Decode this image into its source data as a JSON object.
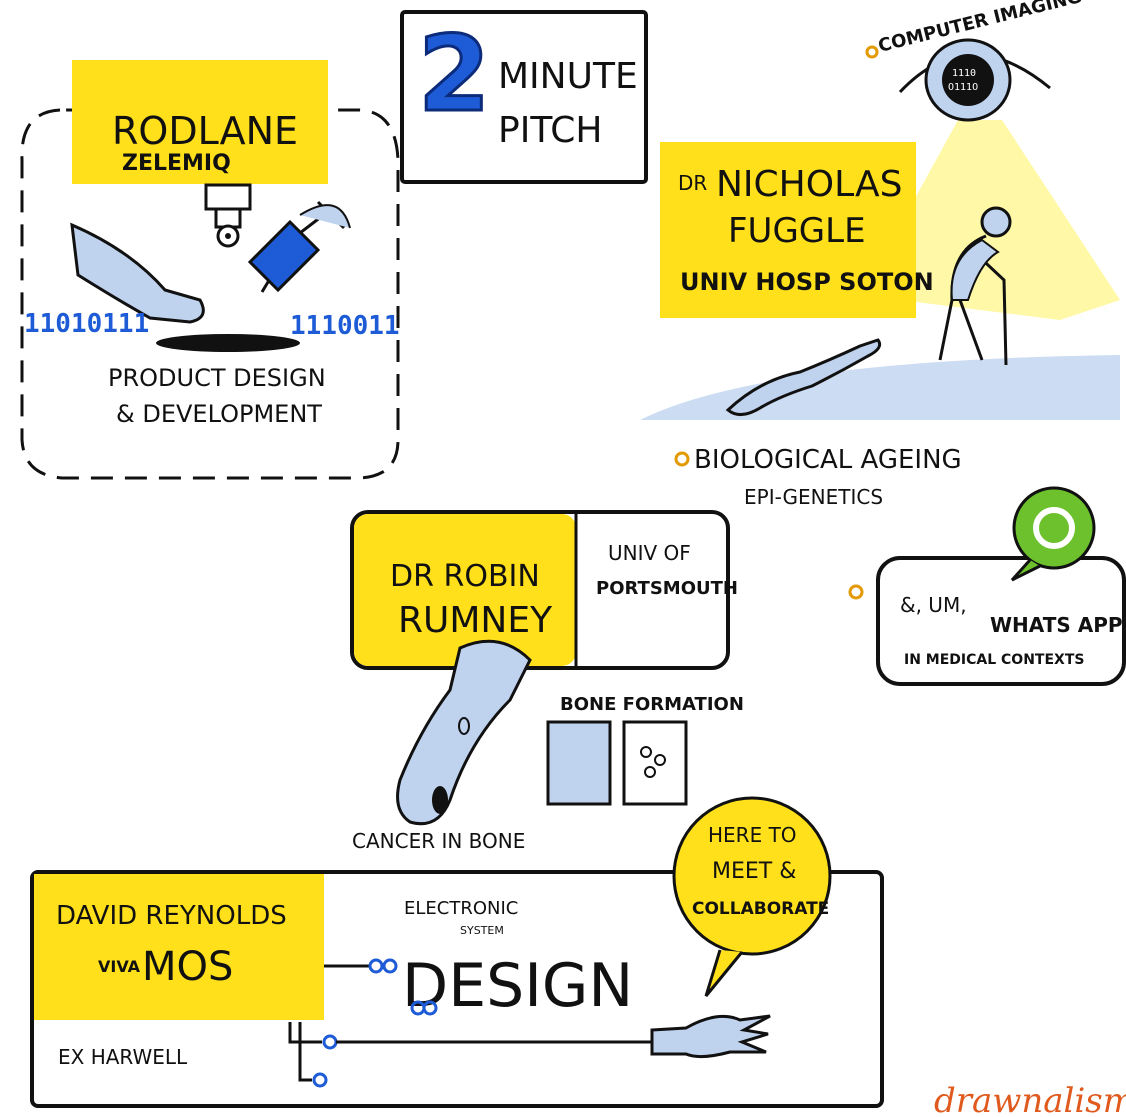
{
  "pitch": {
    "number": "2",
    "line1": "MINUTE",
    "line2": "PITCH"
  },
  "rod": {
    "name": "RODLANE",
    "company": "ZELEMIQ",
    "topic_line1": "PRODUCT DESIGN",
    "topic_line2": "& DEVELOPMENT",
    "binary_left": "11010111",
    "binary_right": "1110011"
  },
  "fuggle": {
    "title": "DR",
    "first": "NICHOLAS",
    "last": "FUGGLE",
    "org": "UNIV HOSP SOTON",
    "imaging": "COMPUTER IMAGING",
    "chip_text": "1110\nO111O",
    "topic1": "BIOLOGICAL AGEING",
    "topic2": "EPI-GENETICS"
  },
  "rumney": {
    "name1": "DR ROBIN",
    "name2": "RUMNEY",
    "org1": "UNIV OF",
    "org2": "PORTSMOUTH",
    "bone_formation": "BONE FORMATION",
    "cancer": "CANCER IN BONE"
  },
  "whatsapp": {
    "line1": "&, UM,",
    "line2": "WHATS APP",
    "line3": "IN MEDICAL CONTEXTS"
  },
  "reynolds": {
    "name": "DAVID REYNOLDS",
    "company_prefix": "VIVA",
    "company": "MOS",
    "ex": "EX HARWELL",
    "electronic": "ELECTRONIC",
    "system": "SYSTEM",
    "design": "DESIGN",
    "bubble1": "HERE TO",
    "bubble2": "MEET &",
    "bubble3": "COLLABORATE"
  },
  "watermark": "drawnalism",
  "colors": {
    "yellow": "#FFE01A",
    "blue": "#1E5BD6",
    "lightblue": "#BFD3EF",
    "green": "#6CC12D",
    "ink": "#111111",
    "watermark": "#E05A1E"
  }
}
